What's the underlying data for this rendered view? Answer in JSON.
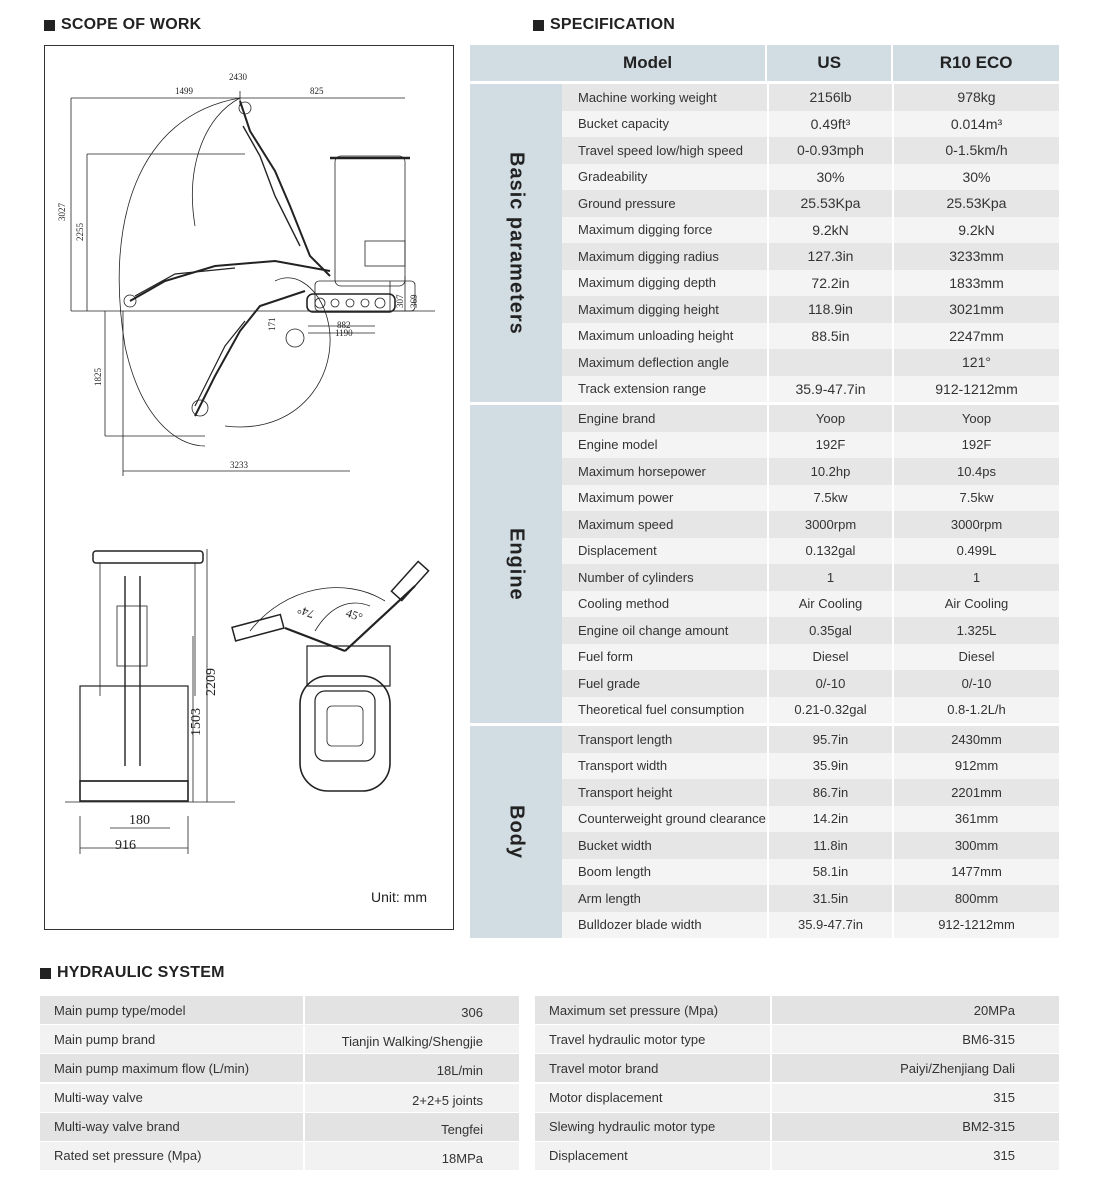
{
  "scope": {
    "title": "SCOPE OF WORK",
    "unit": "Unit: mm",
    "dims": {
      "d2430": "2430",
      "d1499": "1499",
      "d825": "825",
      "d3027": "3027",
      "d2255": "2255",
      "d1825": "1825",
      "d3233": "3233",
      "d882": "882",
      "d1190": "1190",
      "d171": "171",
      "d307": "307",
      "d369": "369",
      "d2209": "2209",
      "d1503": "1503",
      "d180": "180",
      "d916": "916",
      "a45": "45°",
      "a74": "74°"
    }
  },
  "spec": {
    "title": "SPECIFICATION",
    "header": {
      "model": "Model",
      "us": "US",
      "eco": "R10 ECO"
    },
    "groups": [
      {
        "label": "Basic parameters",
        "rows": [
          {
            "name": "Machine working weight",
            "us": "2156lb",
            "eco": "978kg"
          },
          {
            "name": "Bucket capacity",
            "us": "0.49ft³",
            "eco": "0.014m³"
          },
          {
            "name": "Travel speed low/high speed",
            "us": "0-0.93mph",
            "eco": "0-1.5km/h"
          },
          {
            "name": "Gradeability",
            "us": "30%",
            "eco": "30%"
          },
          {
            "name": "Ground pressure",
            "us": "25.53Kpa",
            "eco": "25.53Kpa"
          },
          {
            "name": "Maximum digging force",
            "us": "9.2kN",
            "eco": "9.2kN"
          },
          {
            "name": "Maximum digging radius",
            "us": "127.3in",
            "eco": "3233mm"
          },
          {
            "name": "Maximum digging depth",
            "us": "72.2in",
            "eco": "1833mm"
          },
          {
            "name": "Maximum digging height",
            "us": "118.9in",
            "eco": "3021mm"
          },
          {
            "name": "Maximum unloading height",
            "us": "88.5in",
            "eco": "2247mm"
          },
          {
            "name": "Maximum deflection angle",
            "us": "",
            "eco": "121°"
          },
          {
            "name": "Track extension range",
            "us": "35.9-47.7in",
            "eco": "912-1212mm"
          }
        ]
      },
      {
        "label": "Engine",
        "rows": [
          {
            "name": "Engine brand",
            "us": "Yoop",
            "eco": "Yoop"
          },
          {
            "name": "Engine model",
            "us": "192F",
            "eco": "192F"
          },
          {
            "name": "Maximum horsepower",
            "us": "10.2hp",
            "eco": "10.4ps"
          },
          {
            "name": "Maximum power",
            "us": "7.5kw",
            "eco": "7.5kw"
          },
          {
            "name": "Maximum speed",
            "us": "3000rpm",
            "eco": "3000rpm"
          },
          {
            "name": "Displacement",
            "us": "0.132gal",
            "eco": "0.499L"
          },
          {
            "name": "Number of cylinders",
            "us": "1",
            "eco": "1"
          },
          {
            "name": "Cooling method",
            "us": "Air Cooling",
            "eco": "Air Cooling"
          },
          {
            "name": "Engine oil change amount",
            "us": "0.35gal",
            "eco": "1.325L"
          },
          {
            "name": "Fuel form",
            "us": "Diesel",
            "eco": "Diesel"
          },
          {
            "name": "Fuel grade",
            "us": "0/-10",
            "eco": "0/-10"
          },
          {
            "name": "Theoretical fuel consumption",
            "us": "0.21-0.32gal",
            "eco": "0.8-1.2L/h"
          }
        ]
      },
      {
        "label": "Body",
        "rows": [
          {
            "name": "Transport length",
            "us": "95.7in",
            "eco": "2430mm"
          },
          {
            "name": "Transport width",
            "us": "35.9in",
            "eco": "912mm"
          },
          {
            "name": "Transport height",
            "us": "86.7in",
            "eco": "2201mm"
          },
          {
            "name": "Counterweight ground clearance",
            "us": "14.2in",
            "eco": "361mm"
          },
          {
            "name": "Bucket width",
            "us": "11.8in",
            "eco": "300mm"
          },
          {
            "name": "Boom length",
            "us": "58.1in",
            "eco": "1477mm"
          },
          {
            "name": "Arm length",
            "us": "31.5in",
            "eco": "800mm"
          },
          {
            "name": "Bulldozer blade width",
            "us": "35.9-47.7in",
            "eco": "912-1212mm"
          }
        ]
      }
    ]
  },
  "hydraulic": {
    "title": "HYDRAULIC SYSTEM",
    "left": [
      {
        "name": "Main pump type/model",
        "value": "306"
      },
      {
        "name": "Main pump brand",
        "value": "Tianjin Walking/Shengjie"
      },
      {
        "name": "Main pump maximum flow (L/min)",
        "value": "18L/min"
      },
      {
        "name": "Multi-way valve",
        "value": "2+2+5 joints"
      },
      {
        "name": "Multi-way valve brand",
        "value": "Tengfei"
      },
      {
        "name": "Rated set pressure (Mpa)",
        "value": "18MPa"
      }
    ],
    "right": [
      {
        "name": "Maximum set pressure (Mpa)",
        "value": "20MPa"
      },
      {
        "name": "Travel hydraulic motor type",
        "value": "BM6-315"
      },
      {
        "name": "Travel motor brand",
        "value": "Paiyi/Zhenjiang Dali"
      },
      {
        "name": "Motor displacement",
        "value": "315"
      },
      {
        "name": "Slewing hydraulic motor type",
        "value": "BM2-315"
      },
      {
        "name": "Displacement",
        "value": "315"
      }
    ]
  }
}
